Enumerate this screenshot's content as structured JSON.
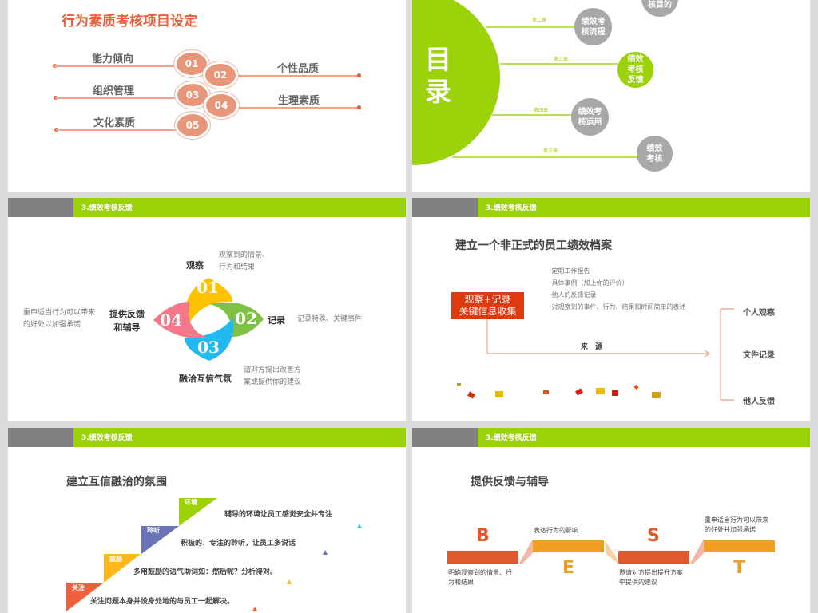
{
  "slide1": {
    "title": "行为素质考核项目设定",
    "left_items": [
      "能力倾向",
      "组织管理",
      "文化素质"
    ],
    "right_items": [
      "个性品质",
      "生理素质"
    ],
    "numbers": [
      "01",
      "02",
      "03",
      "04",
      "05"
    ],
    "accent": "#e8603c"
  },
  "slide2": {
    "heading": "目录",
    "chapters": [
      {
        "tag": "",
        "label": "绩效考核目的",
        "active": false
      },
      {
        "tag": "第二章",
        "label": "绩效考核流程",
        "active": false
      },
      {
        "tag": "第三章",
        "label": "绩效考核反馈",
        "active": true
      },
      {
        "tag": "第四章",
        "label": "绩效考核运用",
        "active": false
      },
      {
        "tag": "第五章",
        "label": "绩效考核",
        "active": false
      }
    ],
    "accent": "#9bd20a"
  },
  "header": "3.绩效考核反馈",
  "slide3": {
    "steps": [
      {
        "num": "01",
        "name": "观察",
        "desc": [
          "观察到的情景、",
          "行为和结果"
        ],
        "color": "#ffc200"
      },
      {
        "num": "02",
        "name": "记录",
        "desc": [
          "记录特殊、关键事件"
        ],
        "color": "#7dc242"
      },
      {
        "num": "03",
        "name": "融洽互信气氛",
        "desc": [
          "请对方提出改善方",
          "案或提供你的建议"
        ],
        "color": "#22b8f0"
      },
      {
        "num": "04",
        "name": [
          "提供反馈",
          "和辅导"
        ],
        "desc": [
          "重申适当行为可以带来",
          "的好处以加强承诺"
        ],
        "color": "#f4778a"
      }
    ]
  },
  "slide4": {
    "title": "建立一个非正式的员工绩效档案",
    "box": [
      "观察+记录",
      "关键信息收集"
    ],
    "list": [
      "·定期工作报告",
      "·具体事例（加上你的评价）",
      "·他人的反馈记录",
      "·对观察到的事件、行为、结果和时间简单的表述"
    ],
    "source_label": "来　源",
    "sources": [
      "个人观察",
      "文件记录",
      "他人反馈"
    ]
  },
  "slide5": {
    "title": "建立互信融洽的氛围",
    "steps": [
      {
        "tag": "关注",
        "text": "关注问题本身并设身处地的与员工一起解决。",
        "color": "#f0603c"
      },
      {
        "tag": "鼓励",
        "text": "多用鼓励的语气助词如：然后呢？分析得对。",
        "color": "#ffb81c"
      },
      {
        "tag": "聆听",
        "text": "积极的、专注的聆听，让员工多说话",
        "color": "#6a72b8"
      },
      {
        "tag": "环境",
        "text": "辅导的环境让员工感觉安全并专注",
        "color": "#9bd20a"
      }
    ],
    "marker_colors": [
      "#f0603c",
      "#ffb81c",
      "#6a72b8",
      "#4fc0e8"
    ]
  },
  "slide6": {
    "title": "提供反馈与辅导",
    "letters": [
      "B",
      "E",
      "S",
      "T"
    ],
    "texts": [
      [
        "明确观察到的情景、行",
        "为和结果"
      ],
      [
        "表达行为的影响"
      ],
      [
        "邀请对方提出提升方案",
        "中提供的建议"
      ],
      [
        "重申适当行为可以带来",
        "的好处并加强承诺"
      ]
    ],
    "colors": {
      "red": "#e05a30",
      "orange": "#f0a020"
    }
  }
}
